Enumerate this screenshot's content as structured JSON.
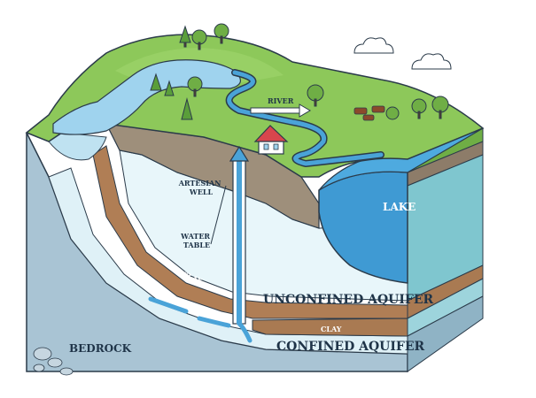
{
  "labels": {
    "river": "RIVER",
    "artesian_well": [
      "ARTESIAN",
      "WELL"
    ],
    "water_table": [
      "WATER",
      "TABLE"
    ],
    "lake": "LAKE",
    "clay_upper": "CLAY",
    "clay_lower": "CLAY",
    "unconfined_aquifer": "UNCONFINED AQUIFER",
    "confined_aquifer": "CONFINED AQUIFER",
    "bedrock": "BEDROCK"
  },
  "colors": {
    "grass": "#8dc85a",
    "grass_dark": "#6fae45",
    "soil": "#9e8f7b",
    "clay": "#a97a52",
    "aquifer": "#e3f3f8",
    "bedrock": "#a9c4d4",
    "water": "#4aa3d8",
    "outline": "#2b3b4a"
  }
}
